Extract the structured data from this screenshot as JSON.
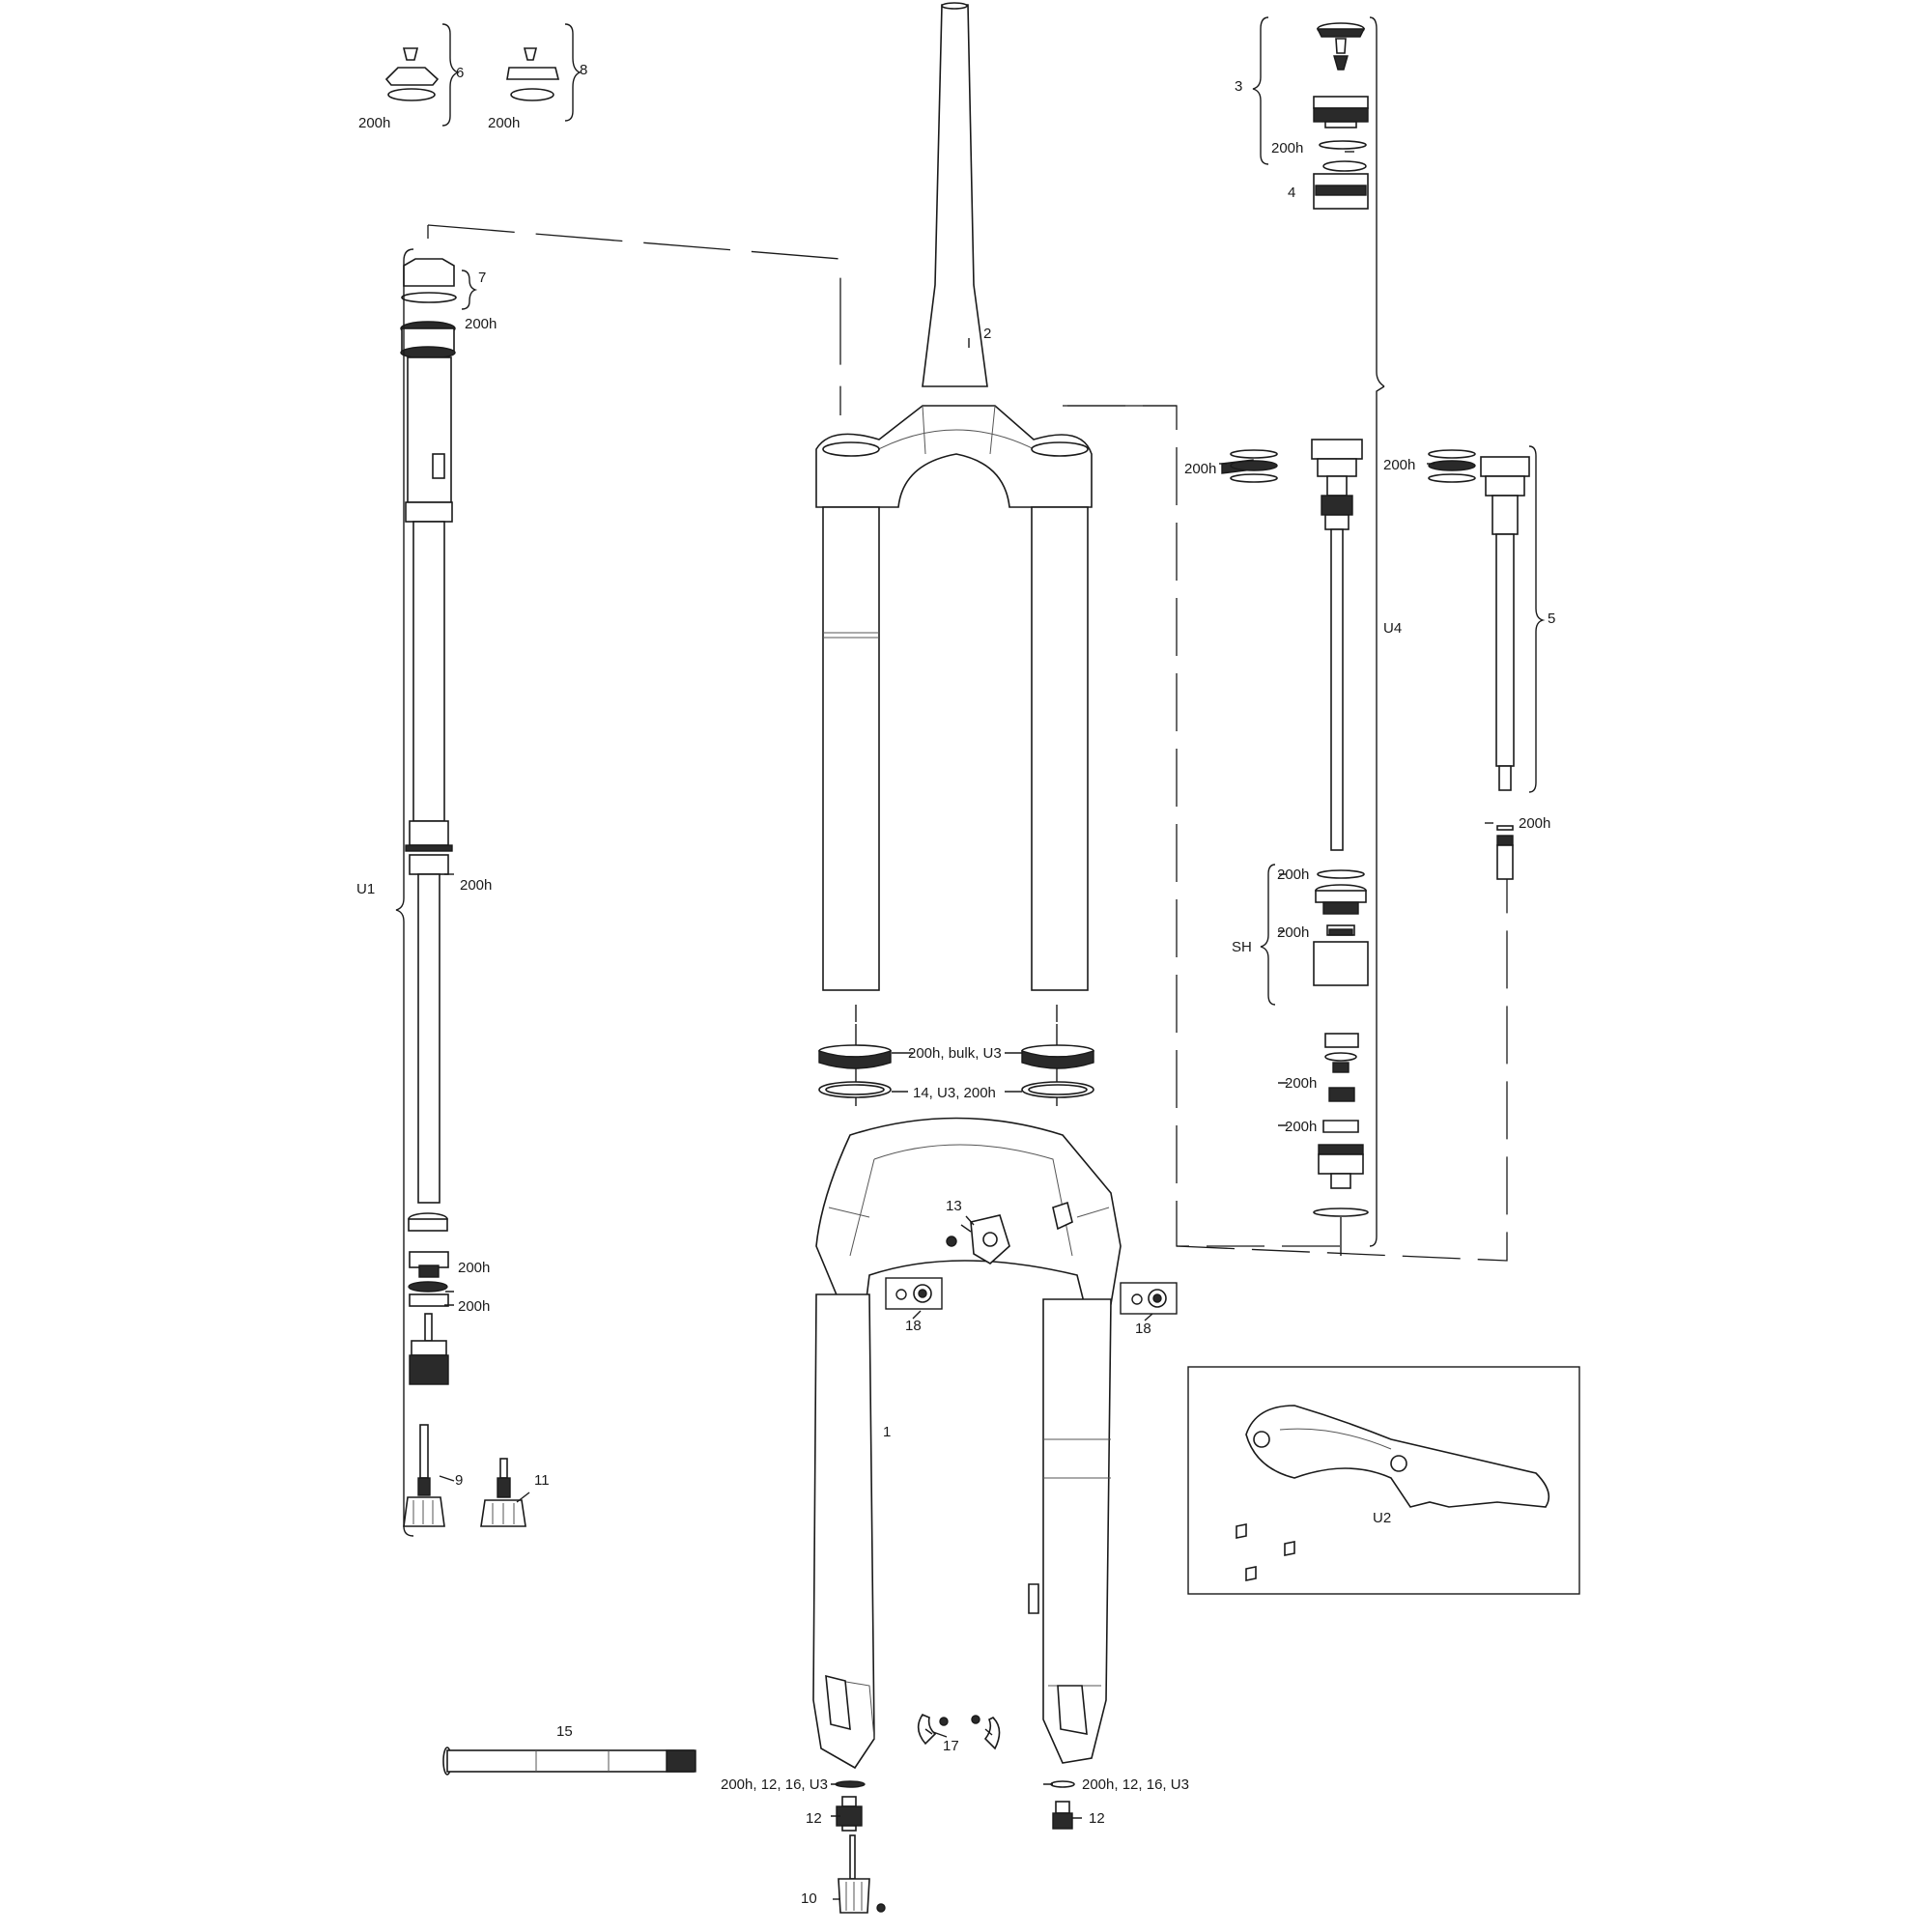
{
  "callouts": {
    "part_1": "1",
    "part_2": "2",
    "part_3": "3",
    "part_4": "4",
    "part_5": "5",
    "part_6": "6",
    "part_7": "7",
    "part_8": "8",
    "part_9": "9",
    "part_10": "10",
    "part_11": "11",
    "part_12_left": "12",
    "part_12_right": "12",
    "part_13": "13",
    "part_15": "15",
    "part_17": "17",
    "part_18_left": "18",
    "part_18_right": "18",
    "u1": "U1",
    "u2": "U2",
    "u4": "U4",
    "sh": "SH",
    "seal_kit_6": "200h",
    "seal_kit_8": "200h",
    "seal_kit_3": "200h",
    "seal_kit_7": "200h",
    "seal_kit_u1": "200h",
    "seal_kit_damper_1": "200h",
    "seal_kit_damper_2": "200h",
    "seal_kit_air_left": "200h",
    "seal_kit_air_right": "200h",
    "seal_kit_5": "200h",
    "seal_kit_sh_1": "200h",
    "seal_kit_sh_2": "200h",
    "seal_kit_lower_1": "200h",
    "seal_kit_lower_2": "200h",
    "wiper_seal": "200h, bulk, U3",
    "foam_ring": "14, U3, 200h",
    "bolt_kit_left": "200h, 12, 16, U3",
    "bolt_kit_right": "200h, 12, 16, U3"
  }
}
